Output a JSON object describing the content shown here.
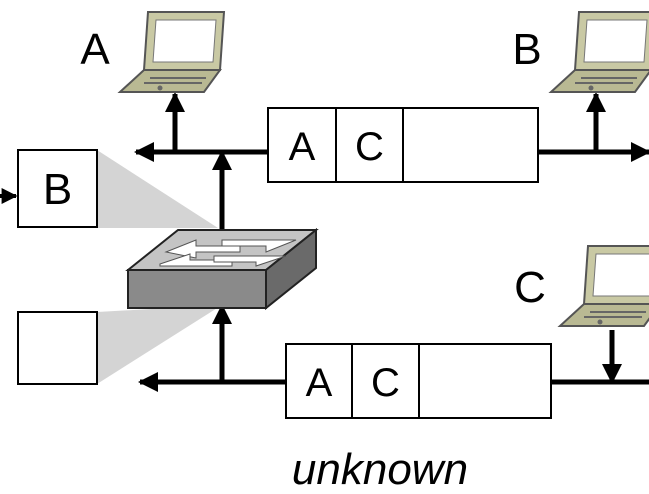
{
  "hosts": {
    "a": {
      "label": "A",
      "icon": "laptop-icon"
    },
    "b": {
      "label": "B",
      "icon": "laptop-icon"
    },
    "c": {
      "label": "C",
      "icon": "laptop-icon"
    }
  },
  "switch": {
    "icon": "network-switch-icon"
  },
  "switch_table": {
    "rows": [
      {
        "value": "B"
      },
      {
        "value": ""
      }
    ]
  },
  "frames": {
    "top": {
      "src": "A",
      "dst": "C"
    },
    "bottom": {
      "src": "A",
      "dst": "C"
    }
  },
  "caption": "unknown"
}
